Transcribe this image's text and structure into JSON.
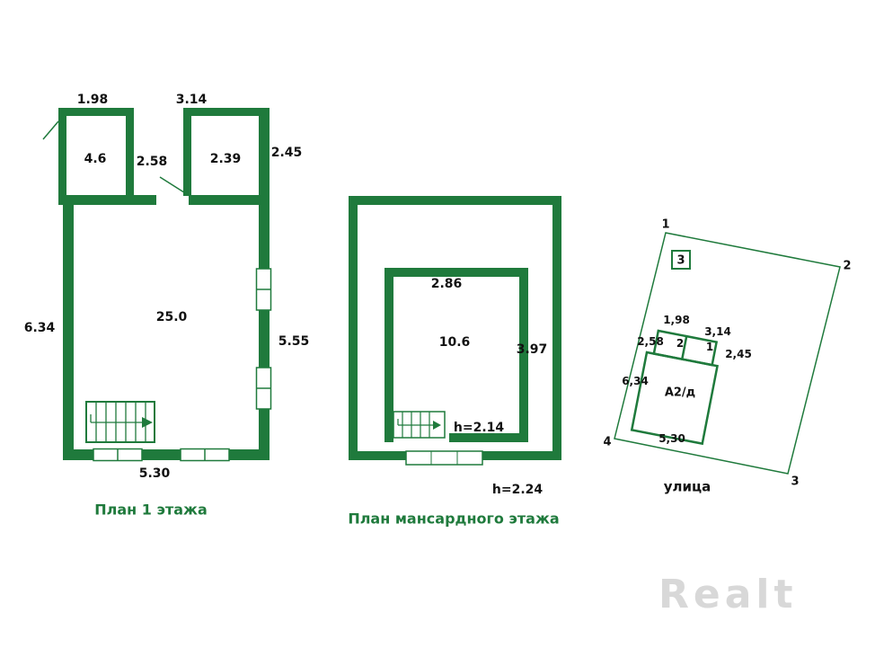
{
  "colors": {
    "wall_green": "#1f7a3c",
    "title_green": "#1f7a3c",
    "text_black": "#111111",
    "watermark_gray": "#d8d8d8"
  },
  "floor1": {
    "title": "План 1 этажа",
    "dims": {
      "top_left_width": "1.98",
      "top_right_width": "3.14",
      "small_room_area": "4.6",
      "hall_width": "2.58",
      "top_right_room": "2.39",
      "right_top_depth": "2.45",
      "left_height": "6.34",
      "main_room_area": "25.0",
      "right_height": "5.55",
      "bottom_width": "5.30"
    }
  },
  "mansard": {
    "title": "План мансардного этажа",
    "dims": {
      "room_width": "2.86",
      "room_area": "10.6",
      "room_depth": "3.97",
      "ceiling_height_inner": "h=2.14",
      "ceiling_height_outer": "h=2.24"
    }
  },
  "site": {
    "street_label": "улица",
    "corners": [
      "1",
      "2",
      "3",
      "4"
    ],
    "marker": "3",
    "building_label": "А2/д",
    "dims": {
      "d198": "1,98",
      "d314": "3,14",
      "d258": "2,58",
      "cell2": "2",
      "cell1": "1",
      "d245": "2,45",
      "d634": "6,34",
      "d530": "5,30"
    }
  },
  "watermark": "Realt"
}
